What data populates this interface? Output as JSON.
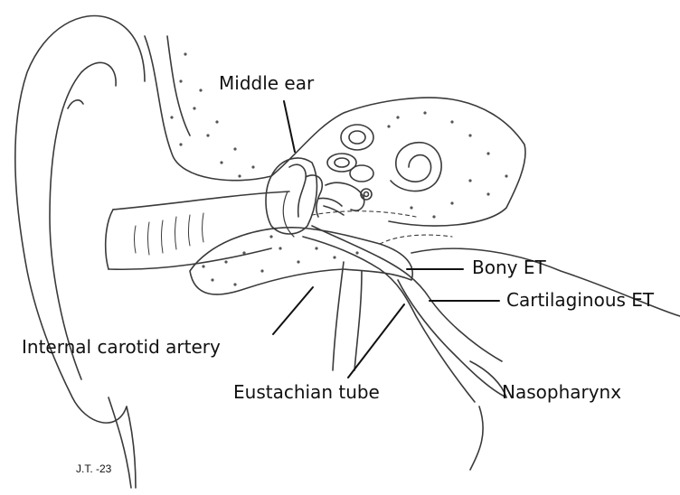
{
  "labels": {
    "middle_ear": "Middle ear",
    "bony_et": "Bony ET",
    "cartilaginous_et": "Cartilaginous ET",
    "internal_carotid_artery": "Internal carotid artery",
    "eustachian_tube": "Eustachian tube",
    "nasopharynx": "Nasopharynx"
  },
  "signature": "J.T. -23",
  "colors": {
    "line": "#3a3a3a",
    "bone_stipple": "#555555",
    "background": "#ffffff"
  }
}
